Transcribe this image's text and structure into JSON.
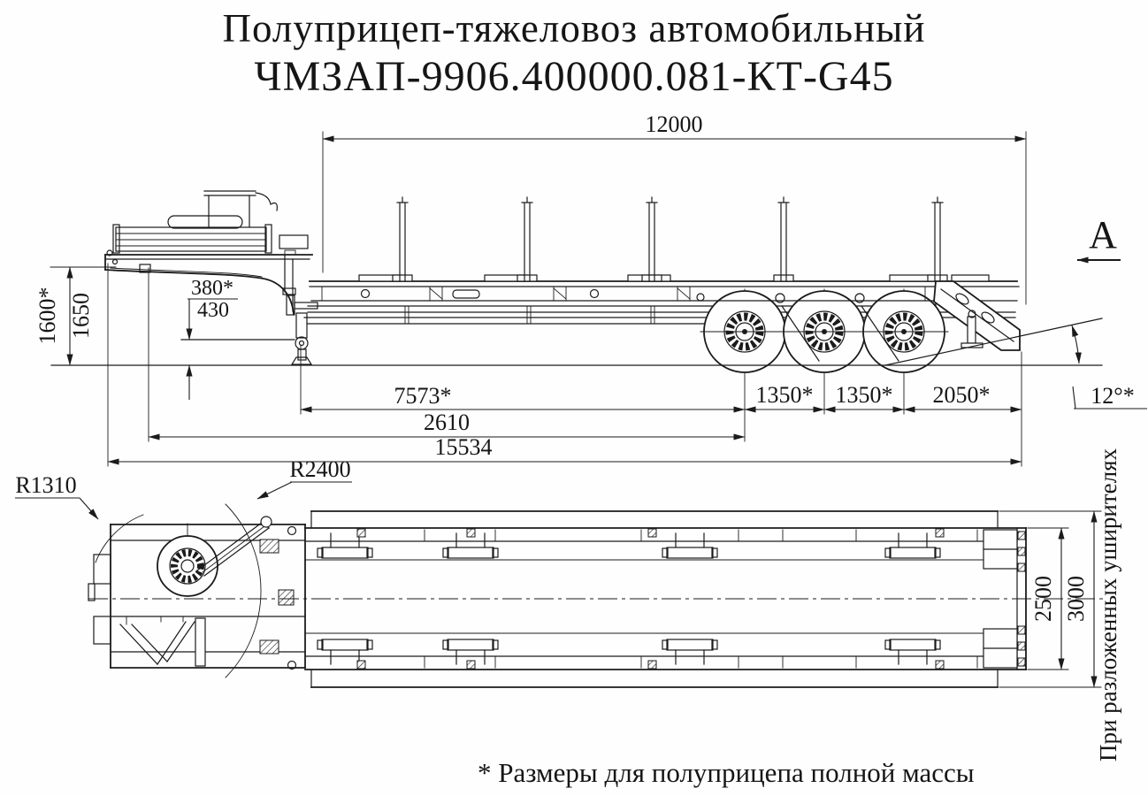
{
  "title": {
    "line1": "Полуприцеп-тяжеловоз автомобильный",
    "line2": "ЧМЗАП-9906.400000.081-КТ-G45"
  },
  "view_label": "А",
  "footnote": "* Размеры для полуприцепа полной массы",
  "rotated_note": "При разложенных уширителях",
  "dims": {
    "platform_length": "12000",
    "height_laden": "1600*",
    "height_unladen": "1650",
    "neck_clearance_laden": "380*",
    "neck_clearance_unladen": "430",
    "kingpin_to_first_axle": "7573*",
    "axle_spacing_1": "1350*",
    "axle_spacing_2": "1350*",
    "rear_overhang": "2050*",
    "front_to_kingpin": "2610",
    "overall_length": "15534",
    "ramp_angle": "12°*",
    "front_radius": "R1310",
    "swing_radius": "R2400",
    "platform_width": "2500",
    "overall_width": "3000"
  }
}
